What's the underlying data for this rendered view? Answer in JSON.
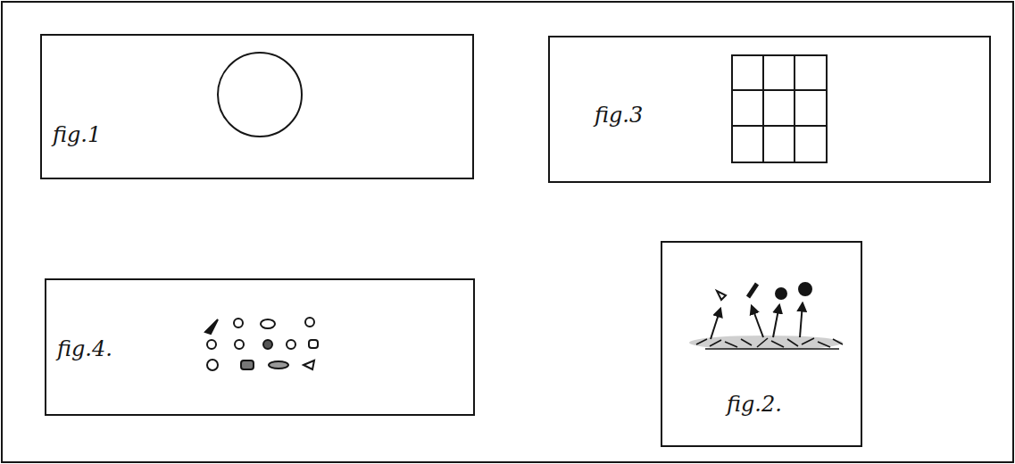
{
  "diagram": {
    "nodes": [
      {
        "text": [
          "fig.1"
        ]
      },
      {
        "text": [
          "fig.3"
        ]
      },
      {
        "text": [
          "fig.4."
        ]
      },
      {
        "text": [
          "fig.2."
        ]
      }
    ]
  }
}
